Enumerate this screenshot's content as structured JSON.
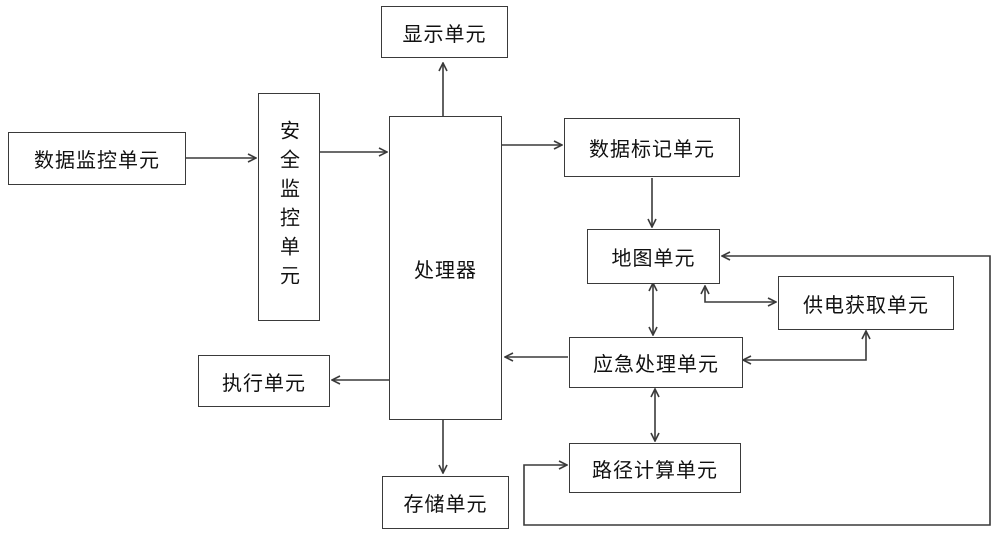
{
  "diagram": {
    "nodes": {
      "display": "显示单元",
      "data_monitor": "数据监控单元",
      "security_monitor": "安全监控单元",
      "processor": "处理器",
      "data_mark": "数据标记单元",
      "map": "地图单元",
      "power_acquire": "供电获取单元",
      "emergency": "应急处理单元",
      "execute": "执行单元",
      "path_calc": "路径计算单元",
      "storage": "存储单元"
    }
  }
}
